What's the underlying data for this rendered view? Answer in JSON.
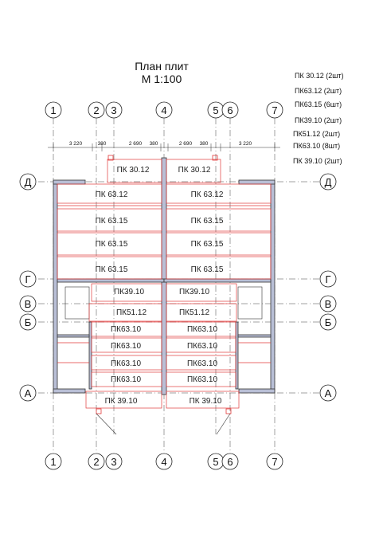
{
  "title": {
    "line1": "План плит",
    "line2": "М 1:100"
  },
  "legend": [
    "ПК 30.12 (2шт)",
    "ПК63.12 (2шт)",
    "ПК63.15 (6шт)",
    "ПК39.10 (2шт)",
    "ПК51.12 (2шт)",
    "ПК63.10 (8шт)",
    "ПК 39.10 (2шт)"
  ],
  "axes_vertical": [
    "1",
    "2",
    "3",
    "4",
    "5",
    "6",
    "7"
  ],
  "axes_horizontal": [
    "Д",
    "Г",
    "В",
    "Б",
    "А"
  ],
  "dimensions": [
    "3 220",
    "380",
    "2 690",
    "380",
    "2 690",
    "380",
    "3 220"
  ],
  "slabs_left": [
    "ПК 30.12",
    "ПК 63.12",
    "ПК 63.15",
    "ПК 63.15",
    "ПК 63.15",
    "ПК39.10",
    "ПК51.12",
    "ПК63.10",
    "ПК63.10",
    "ПК63.10",
    "ПК63.10",
    "ПК 39.10"
  ],
  "slabs_right": [
    "ПК 30.12",
    "ПК 63.12",
    "ПК 63.15",
    "ПК 63.15",
    "ПК 63.15",
    "ПК39.10",
    "ПК51.12",
    "ПК63.10",
    "ПК63.10",
    "ПК63.10",
    "ПК63.10",
    "ПК 39.10"
  ],
  "colors": {
    "slab_outline": "#e23a3a",
    "wall_fill": "#b9bfd6",
    "line": "#333333"
  }
}
